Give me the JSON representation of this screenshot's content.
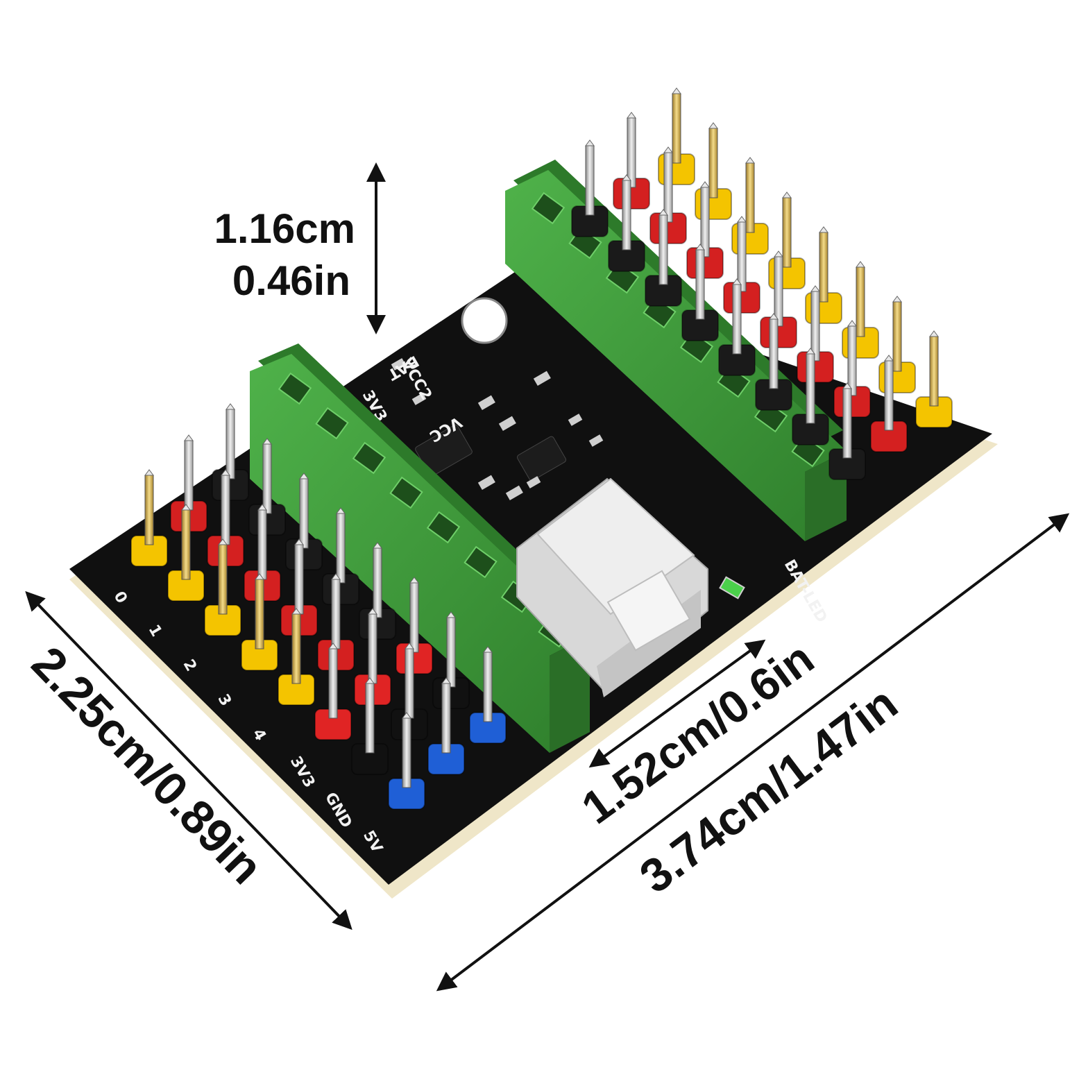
{
  "dimensions": {
    "height": {
      "cm": "1.16cm",
      "in": "0.46in"
    },
    "short_side": "2.25cm/0.89in",
    "header_spacing": "1.52cm/0.6in",
    "long_side": "3.74cm/1.47in"
  },
  "silkscreen": {
    "pin_numbers": [
      "0",
      "1",
      "2",
      "3",
      "4"
    ],
    "power_labels": [
      "3V3",
      "GND",
      "5V"
    ],
    "bat": "BAT",
    "vcc2": "VCC2",
    "v3v3": "3V3",
    "vcc": "VCC",
    "bat_led": "BAT-LED"
  },
  "colors": {
    "pcb": "#101010",
    "terminal_green": "#3e9a3a",
    "header_yellow": "#f4c400",
    "header_red": "#d42020",
    "header_blue": "#1f5fd6",
    "connector_white": "#e6e6e6",
    "pin_silver": "#c8c8c8",
    "pin_gold": "#d6b04a"
  }
}
